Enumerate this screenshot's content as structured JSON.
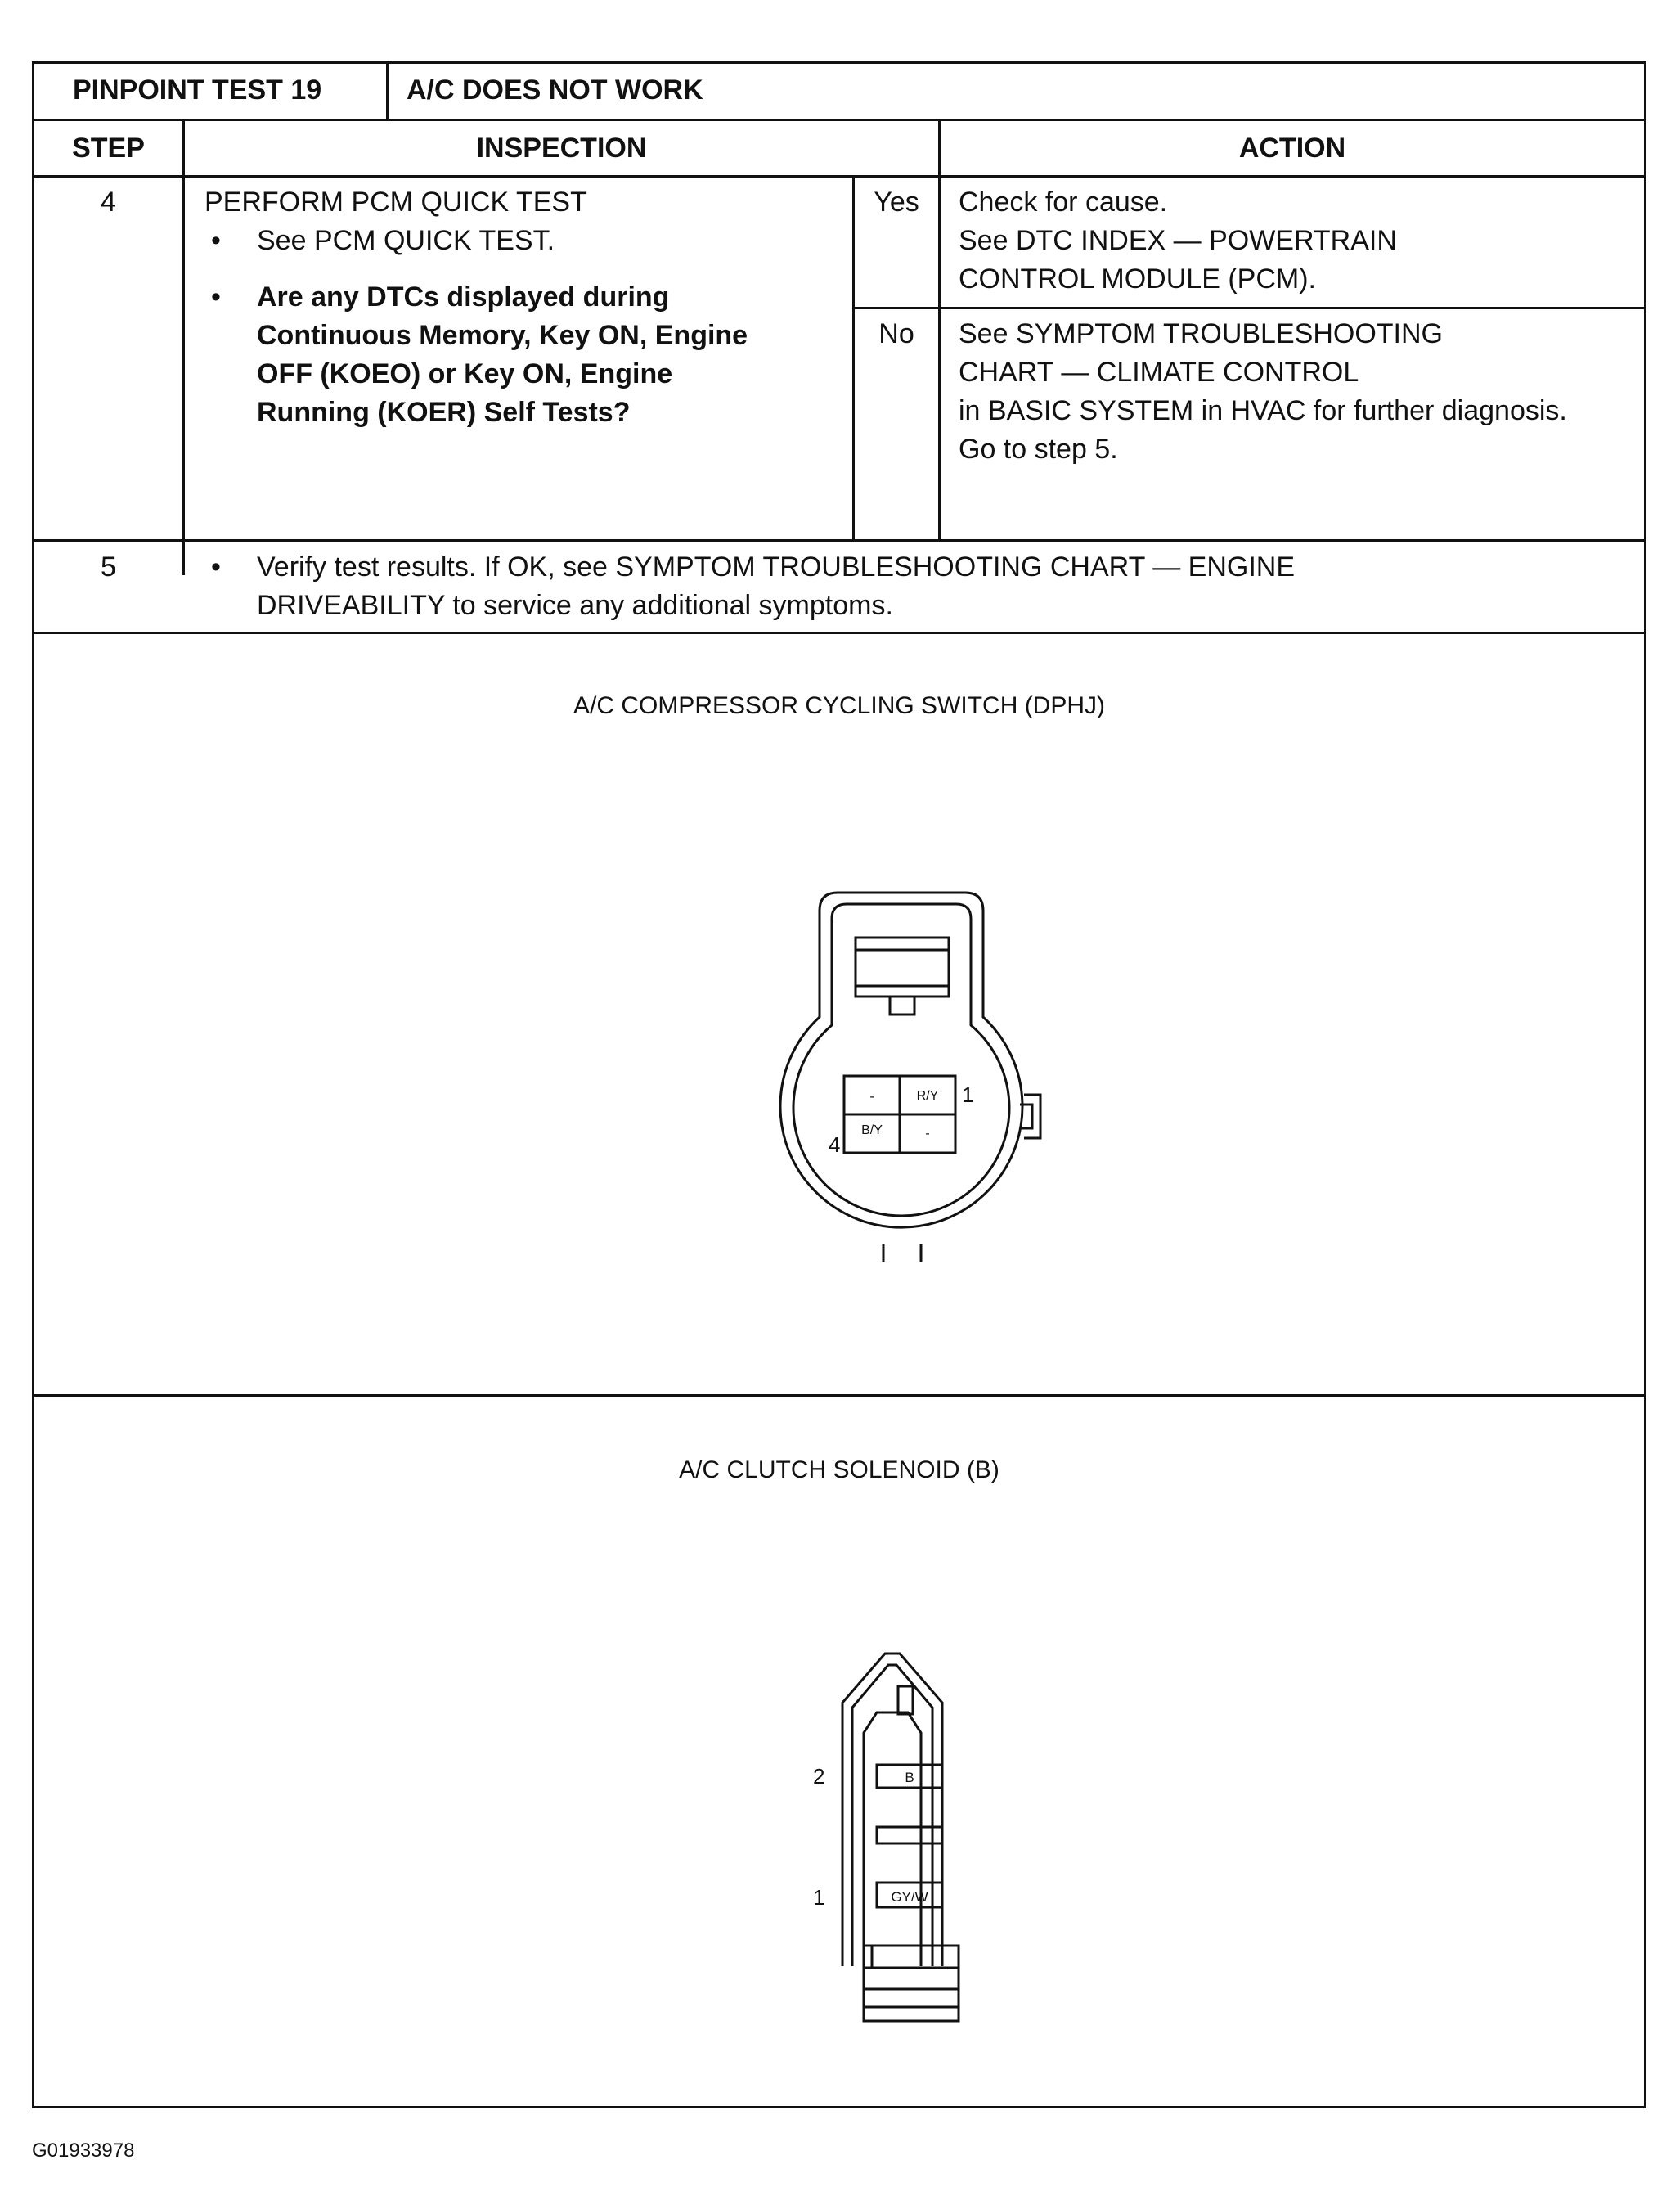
{
  "header": {
    "test_id": "PINPOINT TEST 19",
    "test_title": "A/C DOES NOT WORK"
  },
  "columns": {
    "step": "STEP",
    "inspection": "INSPECTION",
    "action": "ACTION"
  },
  "step4": {
    "number": "4",
    "title": "PERFORM PCM QUICK TEST",
    "bullet1": "See PCM QUICK TEST.",
    "question_lines": [
      "Are any DTCs displayed during",
      "Continuous Memory, Key ON, Engine",
      "OFF (KOEO) or Key ON, Engine",
      "Running (KOER) Self Tests?"
    ],
    "yes_label": "Yes",
    "yes_action_lines": [
      "Check for cause.",
      "See DTC INDEX — POWERTRAIN",
      "CONTROL MODULE (PCM)."
    ],
    "no_label": "No",
    "no_action_lines": [
      "See SYMPTOM TROUBLESHOOTING",
      "CHART — CLIMATE CONTROL",
      "in BASIC SYSTEM in HVAC for further diagnosis.",
      "Go to step 5."
    ]
  },
  "step5": {
    "number": "5",
    "lines": [
      "Verify test results.  If OK, see SYMPTOM TROUBLESHOOTING CHART — ENGINE",
      "DRIVEABILITY to service any additional symptoms."
    ]
  },
  "bullet_glyph": "•",
  "connector1": {
    "caption": "A/C COMPRESSOR CYCLING SWITCH (DPHJ)",
    "cells": [
      "-",
      "R/Y",
      "B/Y",
      "-"
    ],
    "pin_top": "1",
    "pin_bottom": "4"
  },
  "connector2": {
    "caption": "A/C CLUTCH SOLENOID (B)",
    "pin_top": "2",
    "pin_top_wire": "B",
    "pin_bottom": "1",
    "pin_bottom_wire": "GY/W"
  },
  "footer": {
    "code": "G01933978"
  }
}
